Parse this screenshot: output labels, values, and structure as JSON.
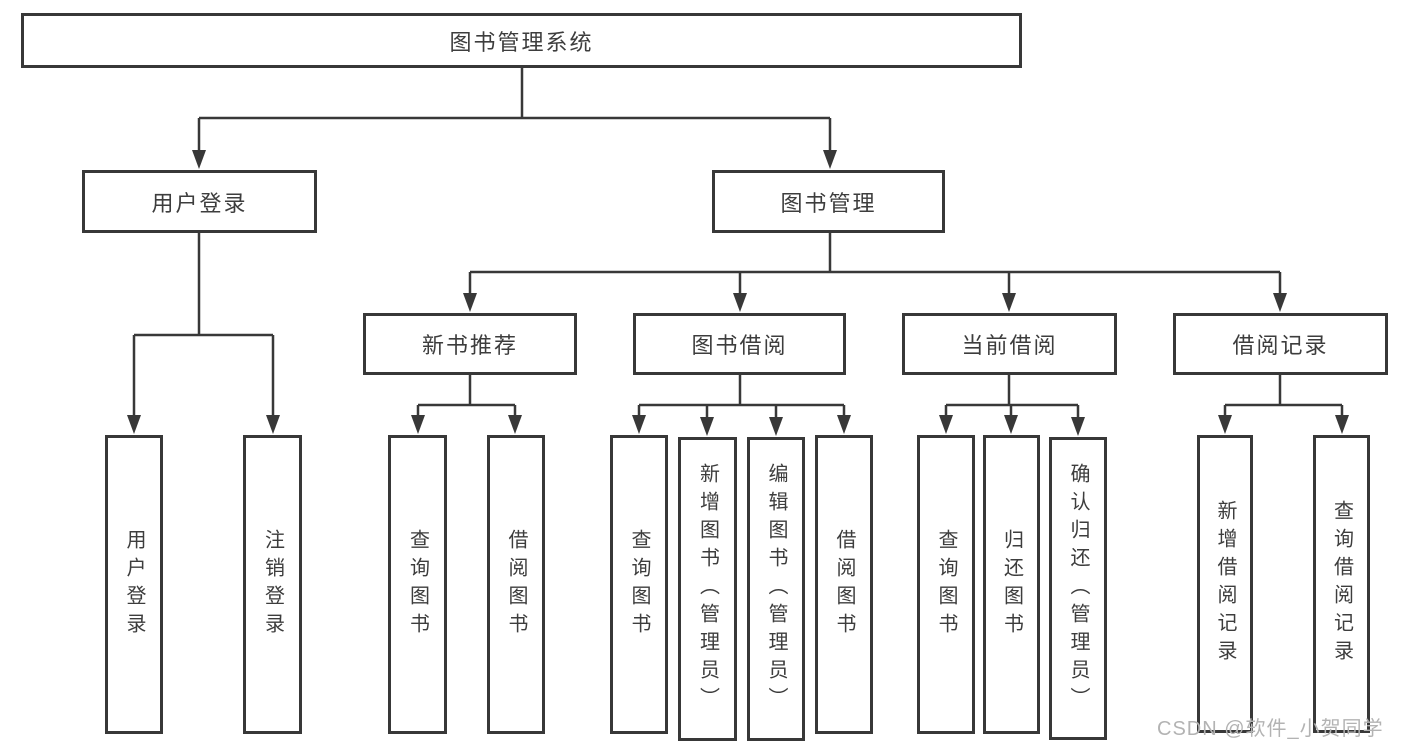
{
  "diagram": {
    "root": {
      "label": "图书管理系统"
    },
    "level2": [
      {
        "label": "用户登录"
      },
      {
        "label": "图书管理"
      }
    ],
    "level3": [
      {
        "label": "新书推荐"
      },
      {
        "label": "图书借阅"
      },
      {
        "label": "当前借阅"
      },
      {
        "label": "借阅记录"
      }
    ],
    "leaves": [
      {
        "label": "用户登录"
      },
      {
        "label": "注销登录"
      },
      {
        "label": "查询图书"
      },
      {
        "label": "借阅图书"
      },
      {
        "label": "查询图书"
      },
      {
        "label": "新增图书（管理员）"
      },
      {
        "label": "编辑图书（管理员）"
      },
      {
        "label": "借阅图书"
      },
      {
        "label": "查询图书"
      },
      {
        "label": "归还图书"
      },
      {
        "label": "确认归还（管理员）"
      },
      {
        "label": "新增借阅记录"
      },
      {
        "label": "查询借阅记录"
      }
    ]
  },
  "watermark": {
    "text": "CSDN @软件_小贺同学"
  },
  "colors": {
    "line": "#383838",
    "text": "#3d3d3d",
    "watermark": "#b3b3b3",
    "background": "#ffffff"
  }
}
